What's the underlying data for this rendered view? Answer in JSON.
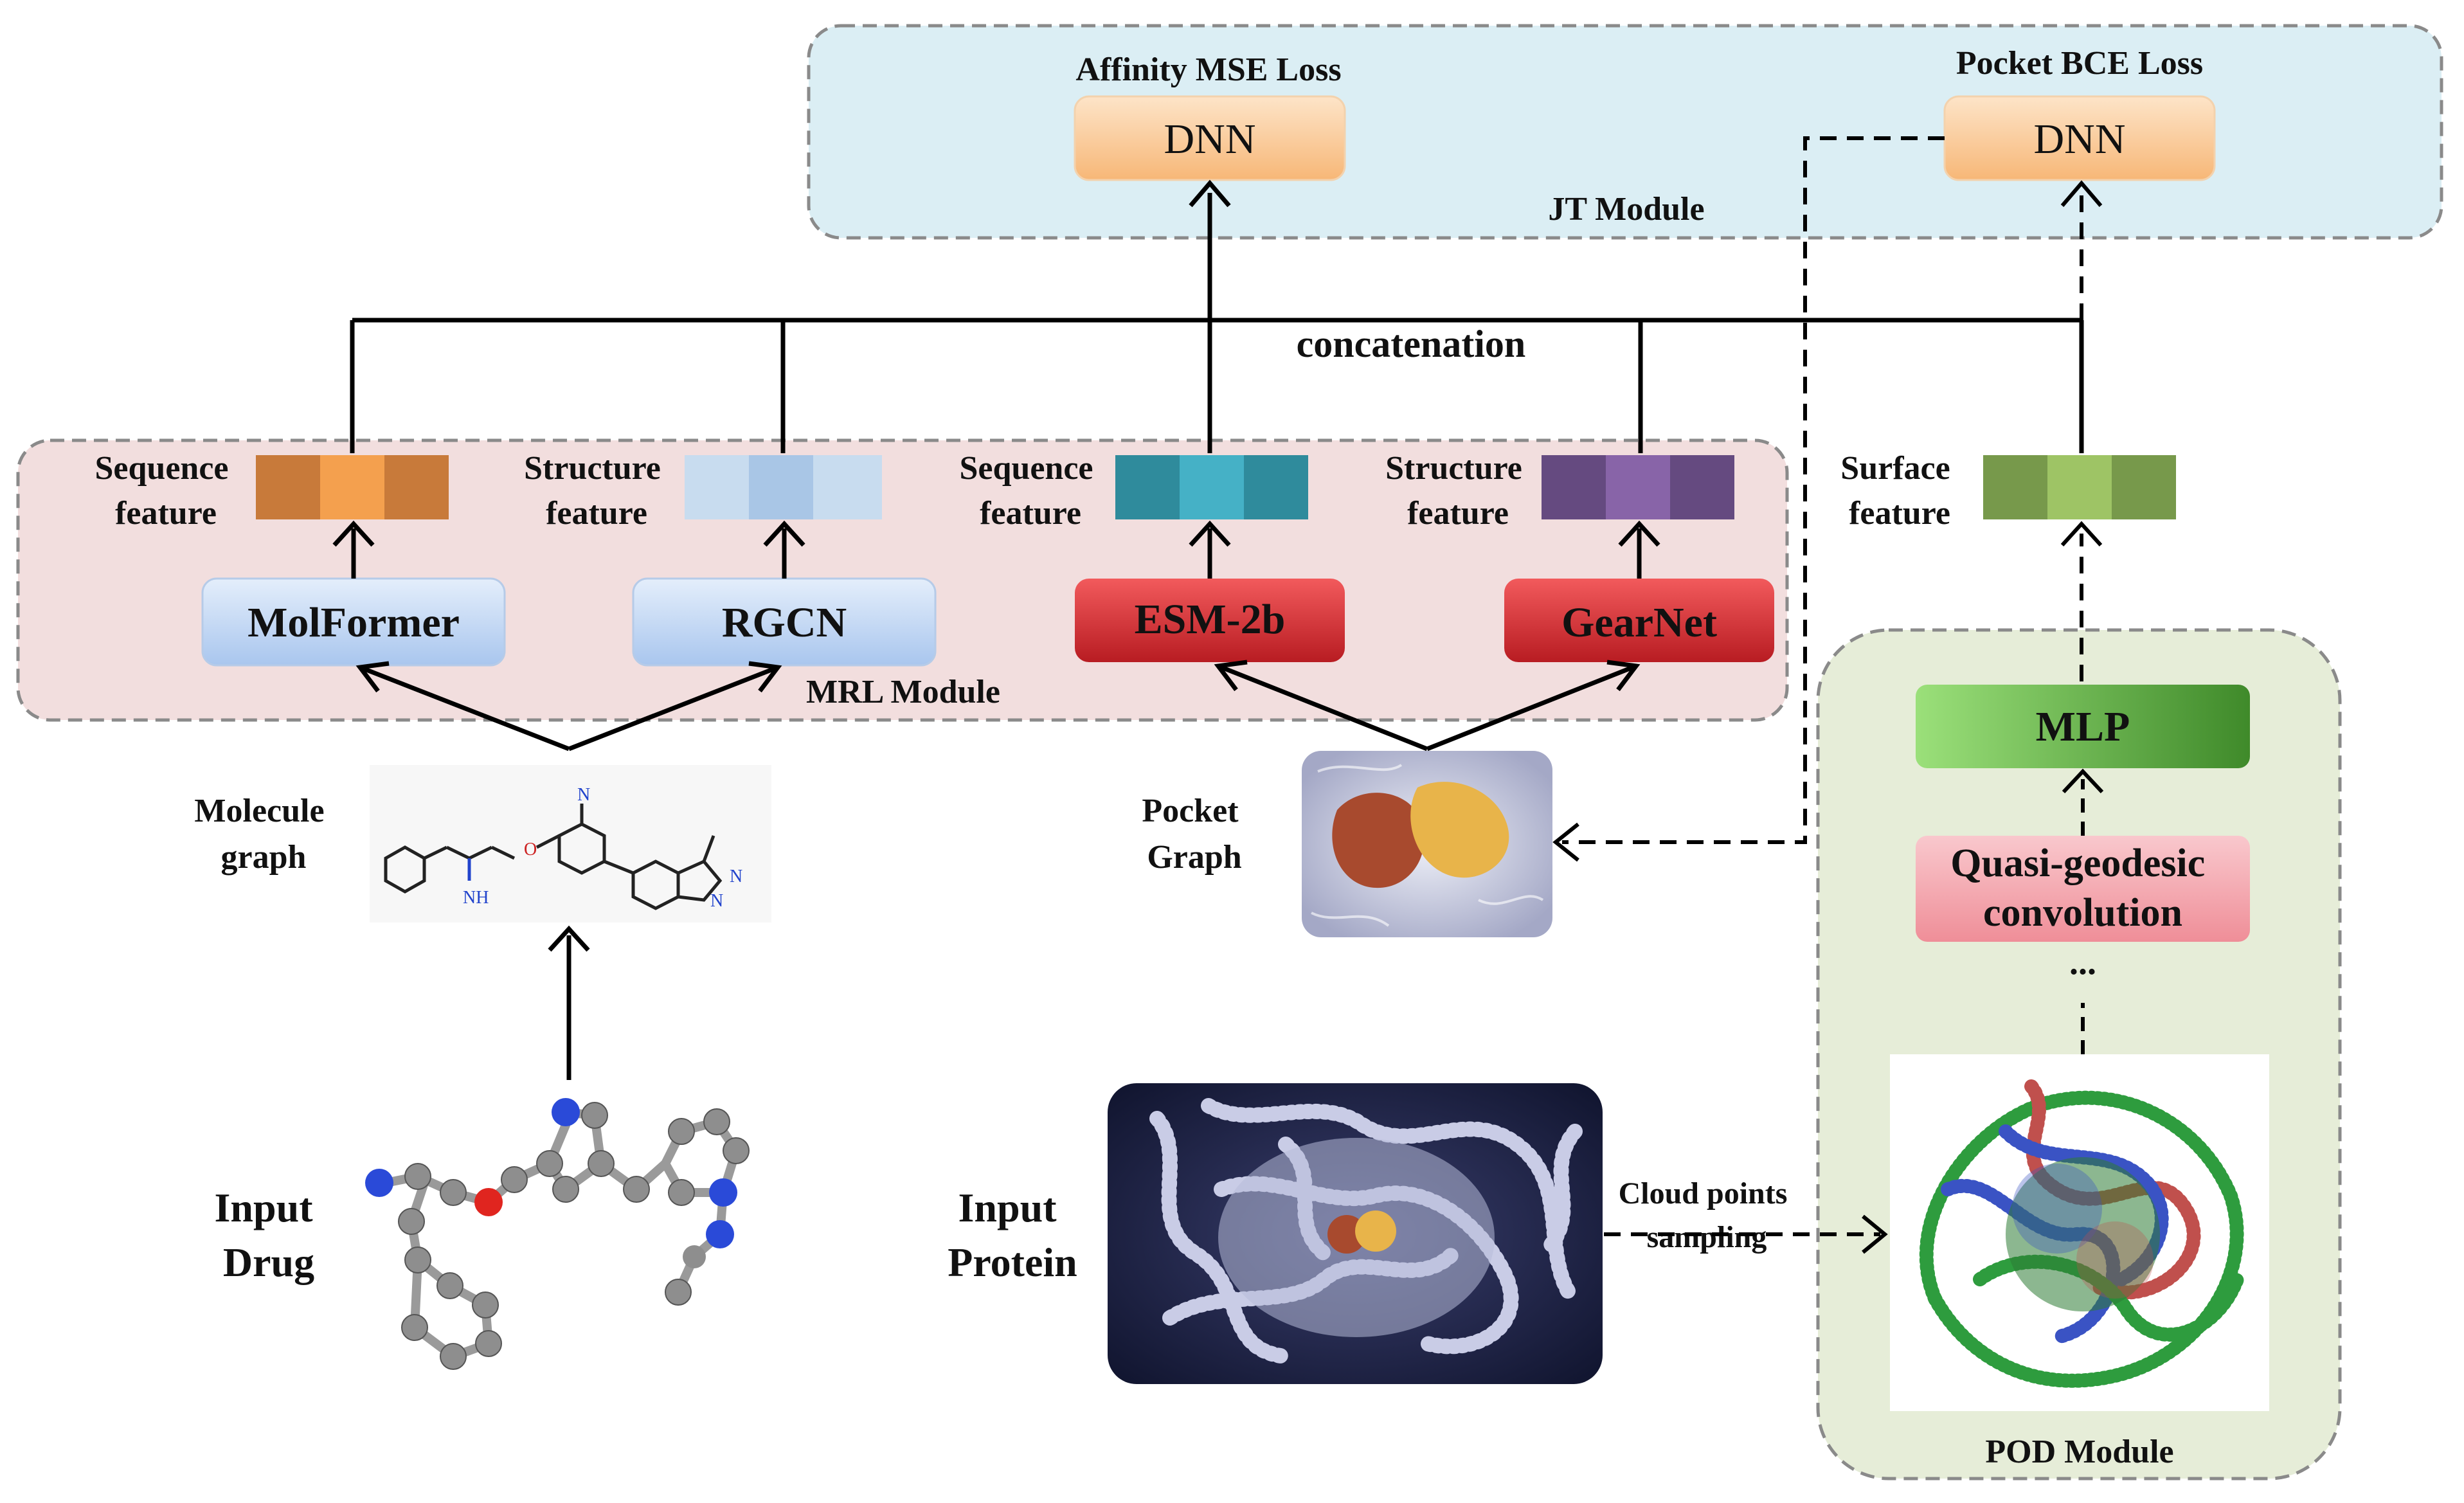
{
  "modules": {
    "jt": "JT Module",
    "mrl": "MRL Module",
    "pod": "POD Module"
  },
  "losses": {
    "affinity": "Affinity MSE Loss",
    "pocket": "Pocket BCE Loss"
  },
  "dnn": {
    "left": "DNN",
    "right": "DNN"
  },
  "concat": "concatenation",
  "features": {
    "mol_seq": [
      "Sequence",
      "feature"
    ],
    "mol_struct": [
      "Structure",
      "feature"
    ],
    "prot_seq": [
      "Sequence",
      "feature"
    ],
    "prot_struct": [
      "Structure",
      "feature"
    ],
    "surface": [
      "Surface",
      "feature"
    ]
  },
  "encoders": {
    "molformer": "MolFormer",
    "rgcn": "RGCN",
    "esm": "ESM-2b",
    "gearnet": "GearNet",
    "mlp": "MLP",
    "qgc": [
      "Quasi-geodesic",
      "convolution"
    ],
    "ellipsis": "..."
  },
  "inputs": {
    "molecule_graph": [
      "Molecule",
      "graph"
    ],
    "pocket_graph": [
      "Pocket",
      "Graph"
    ],
    "drug": [
      "Input",
      "Drug"
    ],
    "protein": [
      "Input",
      "Protein"
    ],
    "cloud": [
      "Cloud points",
      "sampling"
    ]
  },
  "colors": {
    "jt_bg": "#dbeef4",
    "mrl_bg": "#f2dede",
    "pod_bg": "#e6edd8",
    "dnn": "#fbc995",
    "blue_btn": "#c7dcf6",
    "red_btn": "#e33b3e",
    "mlp": "#5fae3c",
    "qgc": "#f4a9b0"
  }
}
